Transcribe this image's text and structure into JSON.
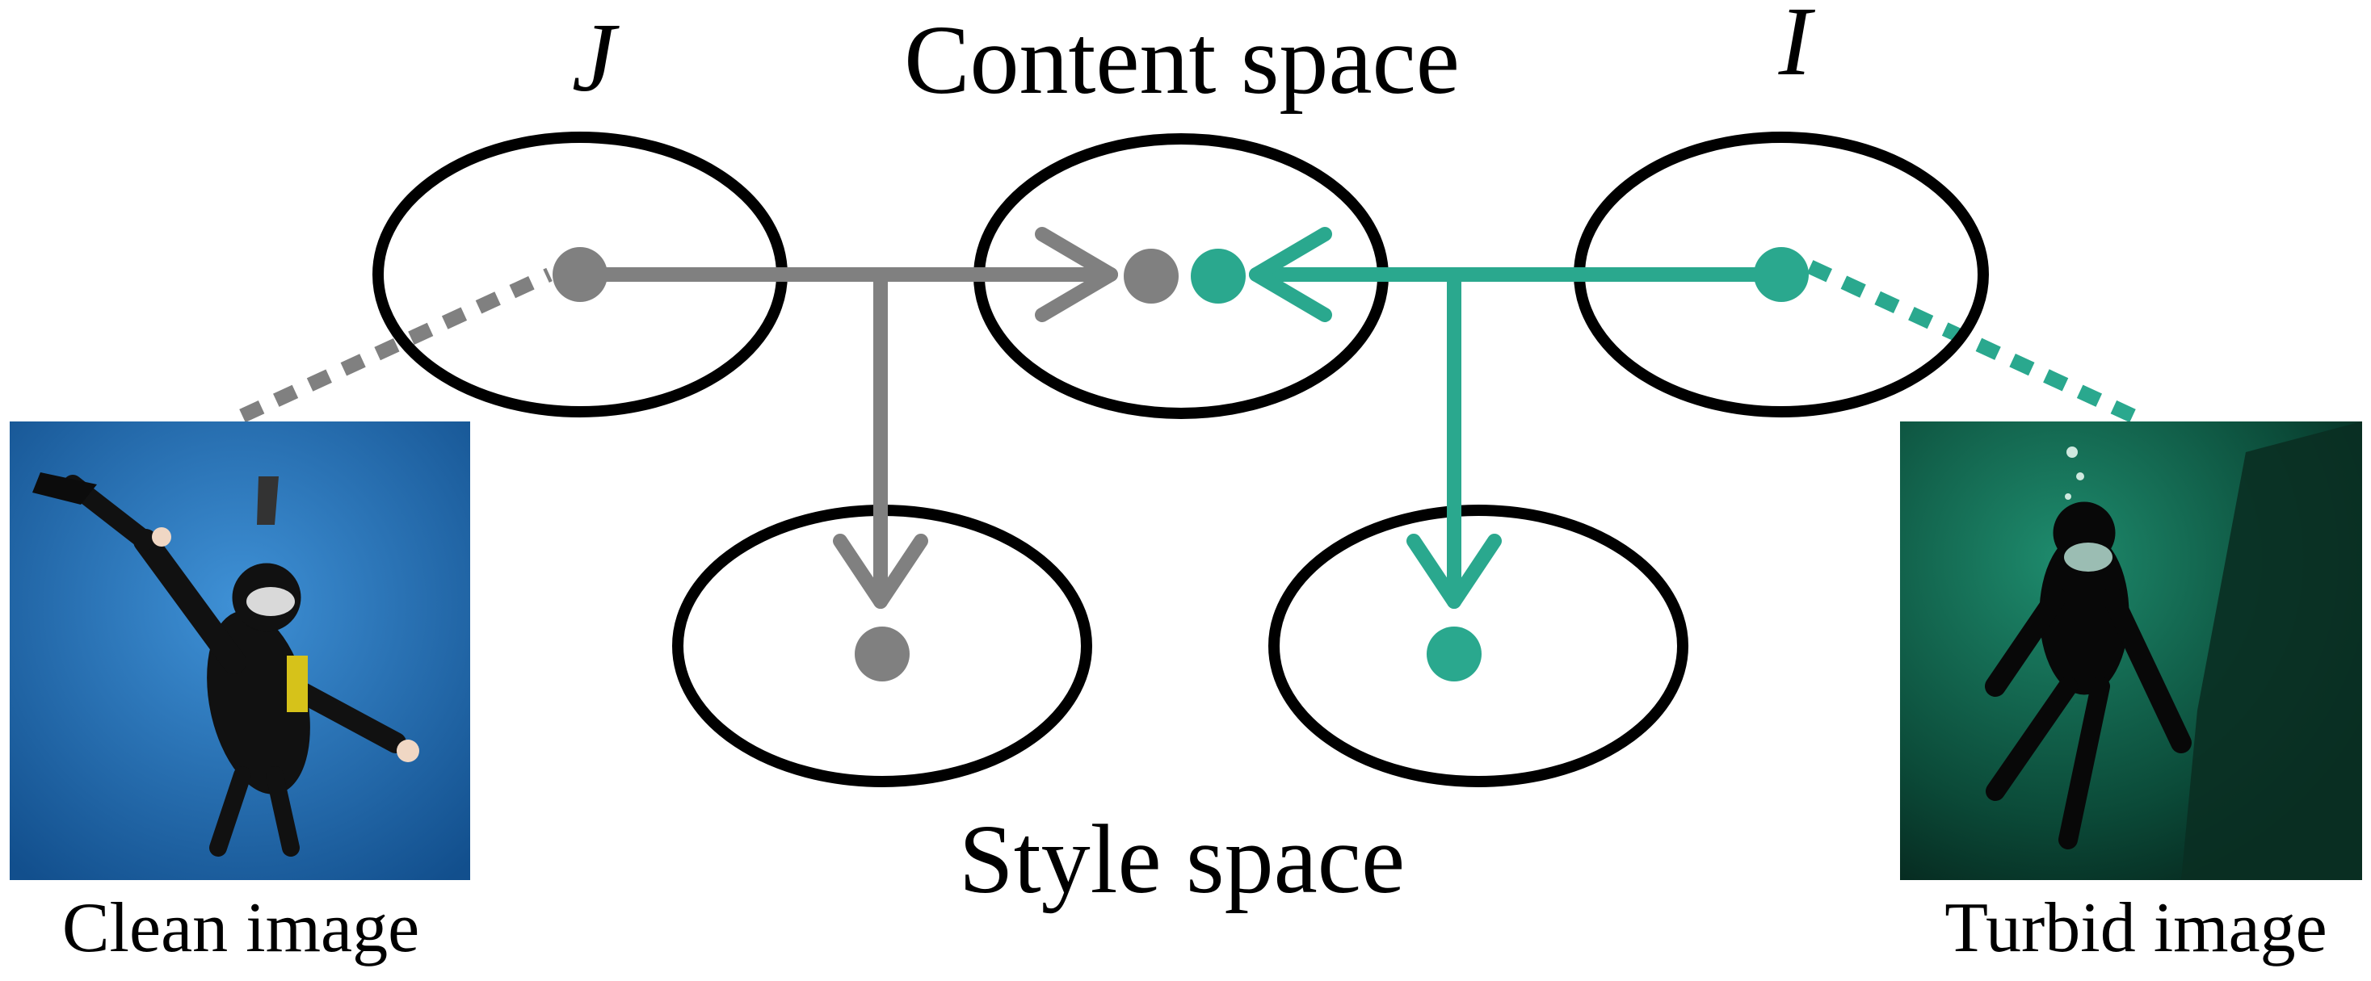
{
  "labels": {
    "clean_var": "J",
    "turbid_var": "I",
    "content_space": "Content space",
    "style_space": "Style space",
    "clean_caption": "Clean image",
    "turbid_caption": "Turbid image"
  },
  "colors": {
    "clean": "#808080",
    "turbid": "#2aa88e",
    "ellipse_stroke": "#000000",
    "clean_photo_water": "#1f6fb5",
    "turbid_photo_water": "#0f5a45"
  },
  "icons": {
    "clean_photo": "diver-clean-water-photo",
    "turbid_photo": "diver-turbid-water-photo"
  }
}
